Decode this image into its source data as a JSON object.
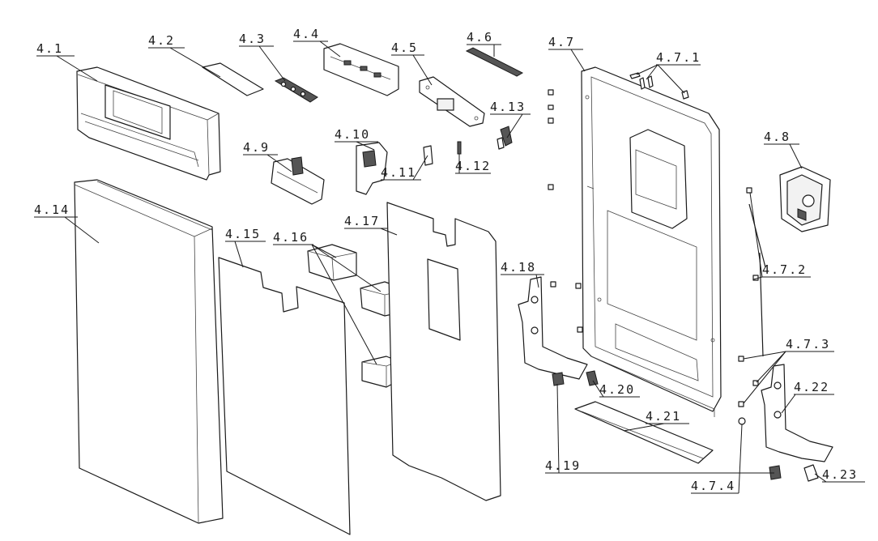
{
  "labels": {
    "l4_1": "4.1",
    "l4_2": "4.2",
    "l4_3": "4.3",
    "l4_4": "4.4",
    "l4_5": "4.5",
    "l4_6": "4.6",
    "l4_7": "4.7",
    "l4_7_1": "4.7.1",
    "l4_8": "4.8",
    "l4_9": "4.9",
    "l4_10": "4.10",
    "l4_11": "4.11",
    "l4_12": "4.12",
    "l4_13": "4.13",
    "l4_14": "4.14",
    "l4_15": "4.15",
    "l4_16": "4.16",
    "l4_17": "4.17",
    "l4_18": "4.18",
    "l4_7_2": "4.7.2",
    "l4_7_3": "4.7.3",
    "l4_19": "4.19",
    "l4_20": "4.20",
    "l4_21": "4.21",
    "l4_22": "4.22",
    "l4_7_4": "4.7.4",
    "l4_23": "4.23"
  }
}
